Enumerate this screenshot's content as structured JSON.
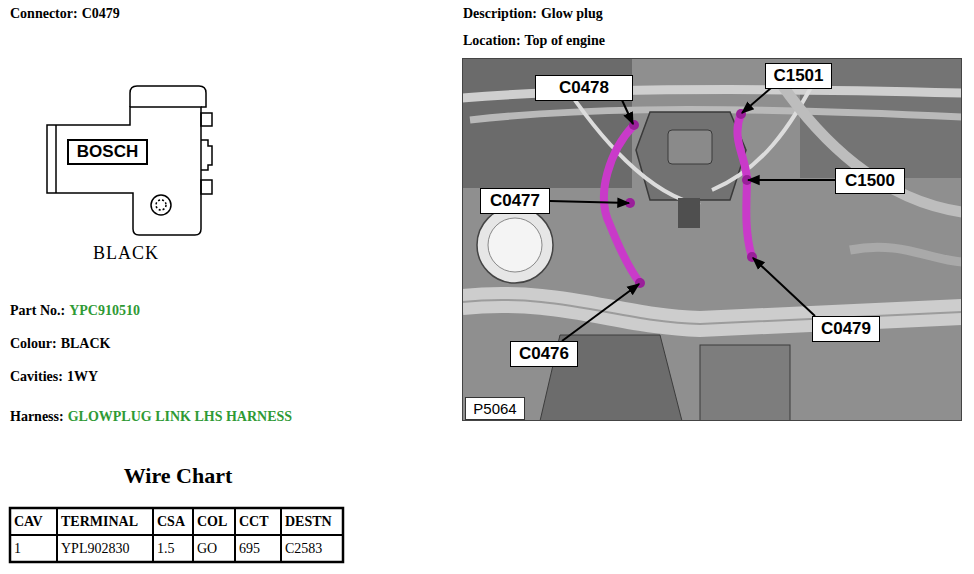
{
  "diagram": {
    "nodes": [
      {
        "text": [
          "BOSCH"
        ]
      },
      {
        "text": [
          "C0478"
        ]
      },
      {
        "text": [
          "C1501"
        ]
      },
      {
        "text": [
          "C0477"
        ]
      },
      {
        "text": [
          "C1500"
        ]
      },
      {
        "text": [
          "C0479"
        ]
      },
      {
        "text": [
          "C0476"
        ]
      },
      {
        "text": [
          "P5064"
        ]
      }
    ],
    "labels": [
      "Connector:",
      "C0479",
      "BLACK",
      "Part No.:",
      "YPC910510",
      "Colour:",
      "BLACK",
      "Cavities:",
      "1WY",
      "Harness:",
      "GLOWPLUG LINK LHS HARNESS",
      "Wire Chart",
      "CAV",
      "TERMINAL",
      "CSA",
      "COL",
      "CCT",
      "DESTN",
      "1",
      "YPL902830",
      "1.5",
      "GO",
      "695",
      "C2583",
      "Description:",
      "Glow plug",
      "Location:",
      "Top of engine"
    ]
  }
}
